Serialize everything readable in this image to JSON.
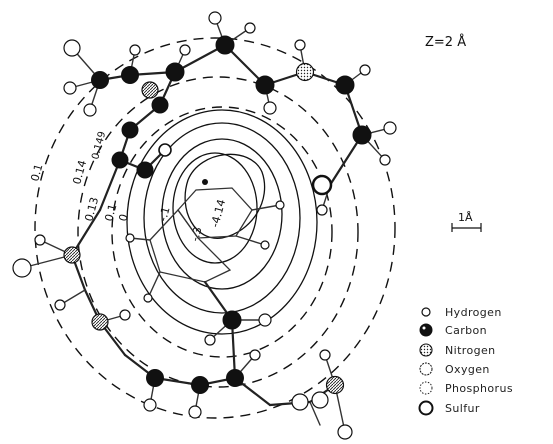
{
  "figure": {
    "z_label": "Z=2 Å",
    "scale_label": "1Å",
    "contour_labels": [
      {
        "text": "0.1",
        "key": "c01a"
      },
      {
        "text": "0.13",
        "key": "c013"
      },
      {
        "text": "0.14",
        "key": "c014"
      },
      {
        "text": "0.149",
        "key": "c0149"
      },
      {
        "text": "0.1",
        "key": "c01b"
      },
      {
        "text": "0",
        "key": "c0"
      },
      {
        "text": "-.1",
        "key": "cm1"
      },
      {
        "text": "-.3",
        "key": "cm3"
      },
      {
        "text": "-4.14",
        "key": "cm414"
      }
    ]
  },
  "legend": {
    "items": [
      {
        "label": "Hydrogen",
        "symbol": "hydrogen"
      },
      {
        "label": "Carbon",
        "symbol": "carbon"
      },
      {
        "label": "Nitrogen",
        "symbol": "nitrogen"
      },
      {
        "label": "Oxygen",
        "symbol": "oxygen"
      },
      {
        "label": "Phosphorus",
        "symbol": "phosphorus"
      },
      {
        "label": "Sulfur",
        "symbol": "sulfur"
      }
    ]
  },
  "colors": {
    "carbon": "#111111",
    "hydrogen": "#ffffff",
    "line": "#111111"
  }
}
